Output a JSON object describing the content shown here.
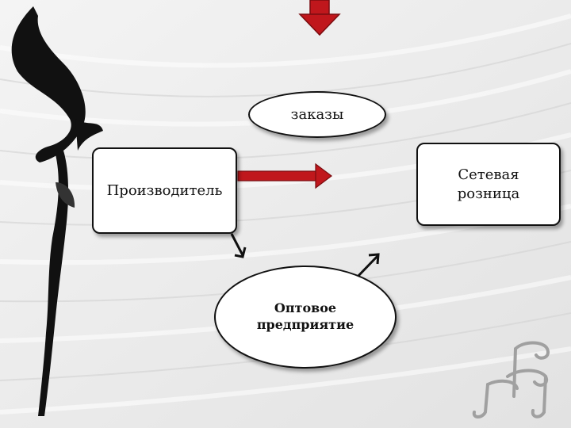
{
  "diagram": {
    "producer_label": "Производитель",
    "retail_label": "Сетевая\nрозница",
    "orders_label": "заказы",
    "wholesale_label": "Оптовое\nпредприятие"
  },
  "colors": {
    "background": "#eeeeee",
    "box_fill": "#ffffff",
    "box_border": "#111111",
    "arrow_red": "#c0171c",
    "arrow_black": "#111111"
  },
  "icons": {
    "decoration_left": "calligraphic-brush-stroke",
    "decoration_right": "music-note-swirls"
  }
}
